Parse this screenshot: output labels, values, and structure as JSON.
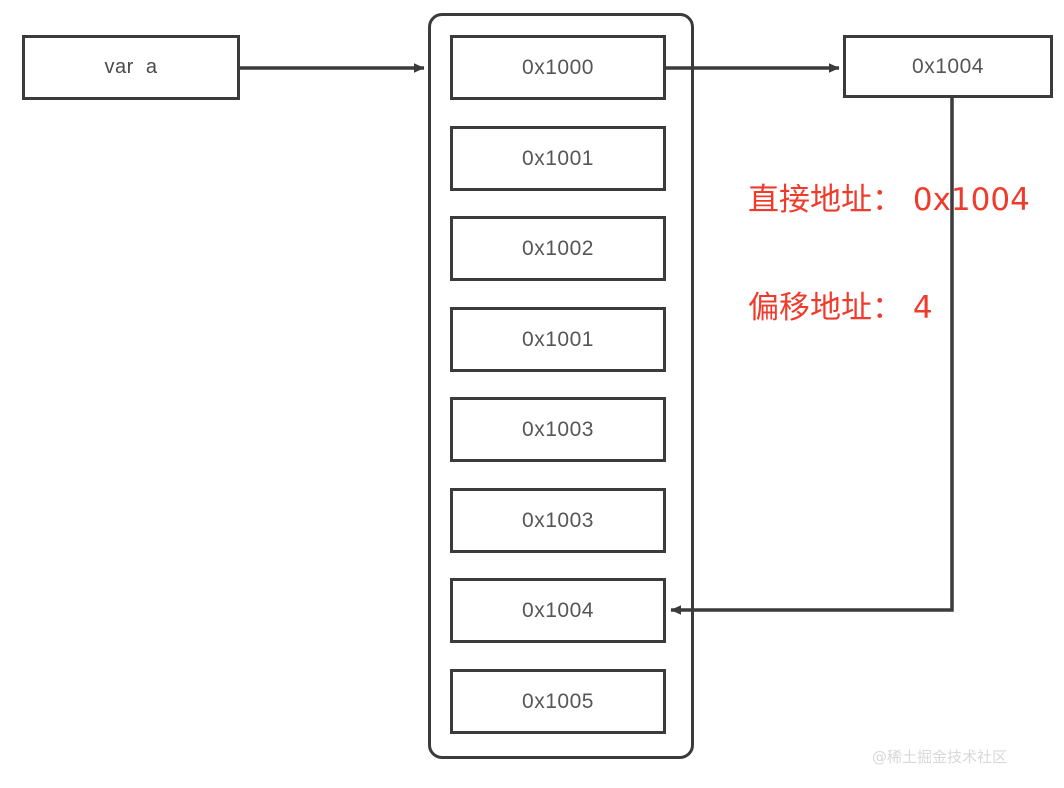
{
  "diagram": {
    "title": "memory addressing diagram",
    "background_color": "#ffffff",
    "stroke_color": "#3b3b3b",
    "text_color": "#565656",
    "accent_color": "#ef3b2c"
  },
  "variable_box": {
    "label": "var  a"
  },
  "memory": {
    "cells": [
      {
        "label": "0x1000"
      },
      {
        "label": "0x1001"
      },
      {
        "label": "0x1002"
      },
      {
        "label": "0x1001"
      },
      {
        "label": "0x1003"
      },
      {
        "label": "0x1003"
      },
      {
        "label": "0x1004"
      },
      {
        "label": "0x1005"
      }
    ]
  },
  "target_box": {
    "label": "0x1004"
  },
  "annotation": {
    "line1": "直接地址： 0x1004",
    "line2": "偏移地址： 4",
    "color": "#ef3b2c"
  },
  "watermark": {
    "text": "@稀土掘金技术社区"
  }
}
